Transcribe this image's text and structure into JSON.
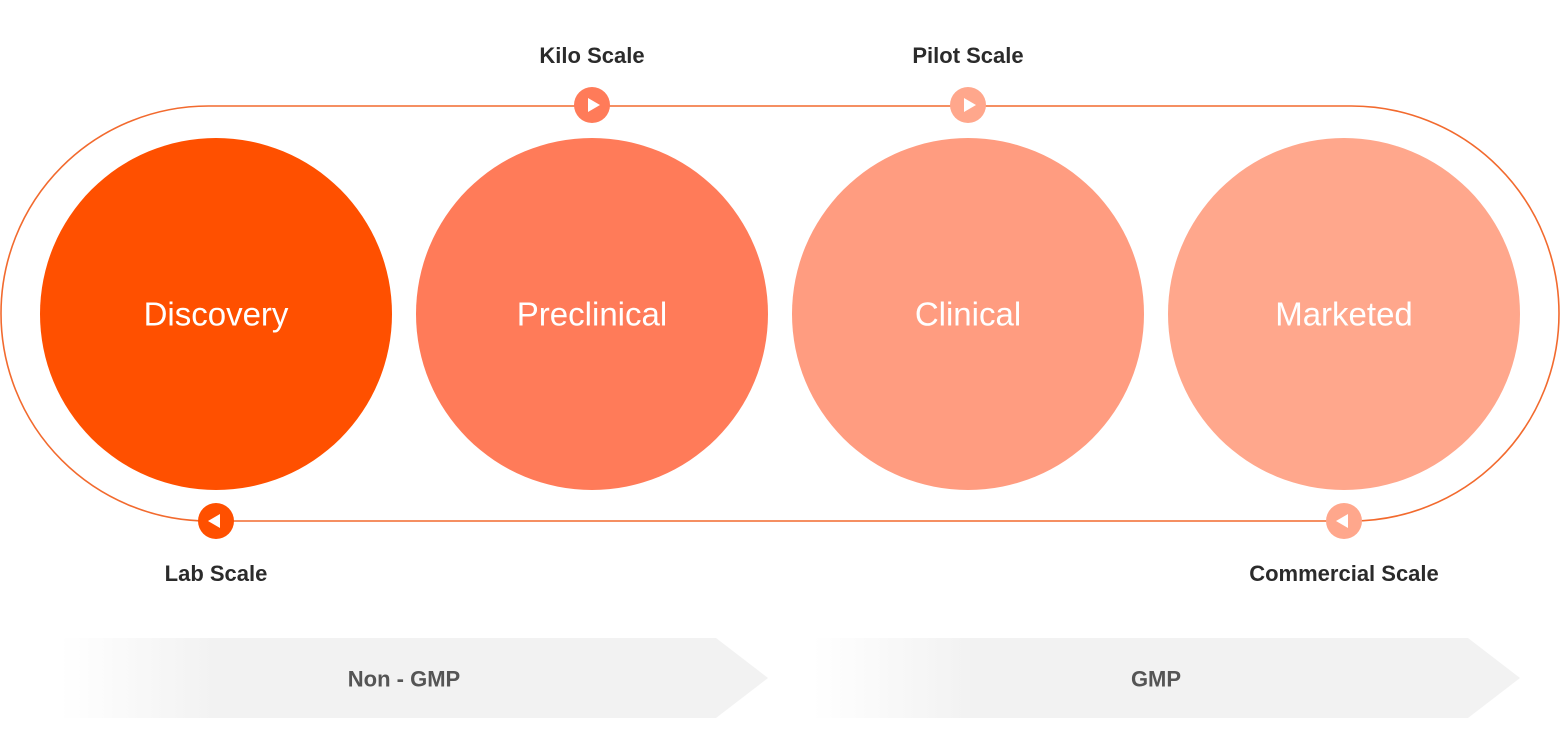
{
  "colors": {
    "accent": "#ff5000",
    "track": "#f26a2e",
    "band_fill": "#f2f2f2",
    "scale_text": "#2b2b2b",
    "band_text": "#555555"
  },
  "stages": [
    {
      "label": "Discovery",
      "color": "#ff5000"
    },
    {
      "label": "Preclinical",
      "color": "#ff7b59"
    },
    {
      "label": "Clinical",
      "color": "#ff9c80"
    },
    {
      "label": "Marketed",
      "color": "#ffa78c"
    }
  ],
  "scales": [
    {
      "label": "Kilo Scale",
      "direction": "right",
      "marker_color": "#ff7b59"
    },
    {
      "label": "Pilot Scale",
      "direction": "right",
      "marker_color": "#ffa78c"
    },
    {
      "label": "Lab Scale",
      "direction": "left",
      "marker_color": "#ff5000"
    },
    {
      "label": "Commercial Scale",
      "direction": "left",
      "marker_color": "#ffa78c"
    }
  ],
  "bands": [
    {
      "label": "Non - GMP"
    },
    {
      "label": "GMP"
    }
  ]
}
